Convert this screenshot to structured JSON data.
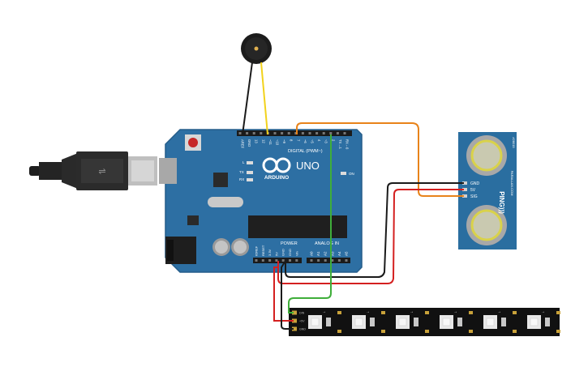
{
  "arduino": {
    "brand": "ARDUINO",
    "model": "UNO",
    "digital_label": "DIGITAL (PWM~)",
    "power_label": "POWER",
    "analog_label": "ANALOG IN",
    "on_label": "ON",
    "l_label": "L",
    "tx_label": "TX",
    "rx_label": "RX",
    "top_pins": [
      "AREF",
      "GND",
      "13",
      "12",
      "~11",
      "~10",
      "~9",
      "8",
      "7",
      "~6",
      "~5",
      "4",
      "~3",
      "2",
      "TX→1",
      "RX←0"
    ],
    "power_pins": [
      "IOREF",
      "RESET",
      "3.3V",
      "5V",
      "GND",
      "GND",
      "Vin"
    ],
    "analog_pins": [
      "A0",
      "A1",
      "A2",
      "A3",
      "A4",
      "A5"
    ]
  },
  "ping_sensor": {
    "name": "PING)))",
    "pins": [
      "GND",
      "5V",
      "SIG"
    ],
    "brand_text": "PARALLAX.COM",
    "part_text": "#28015"
  },
  "led_strip": {
    "pixel_count": 6,
    "pad_labels": [
      "DIN",
      "+5V",
      "GND"
    ]
  },
  "colors": {
    "board": "#2d6fa3",
    "wire_orange": "#e8831a",
    "wire_red": "#d42020",
    "wire_black": "#1a1a1a",
    "wire_green": "#3fae3a",
    "wire_yellow": "#f2d21c",
    "sensor_board": "#2a6ea0",
    "strip": "#111111"
  }
}
